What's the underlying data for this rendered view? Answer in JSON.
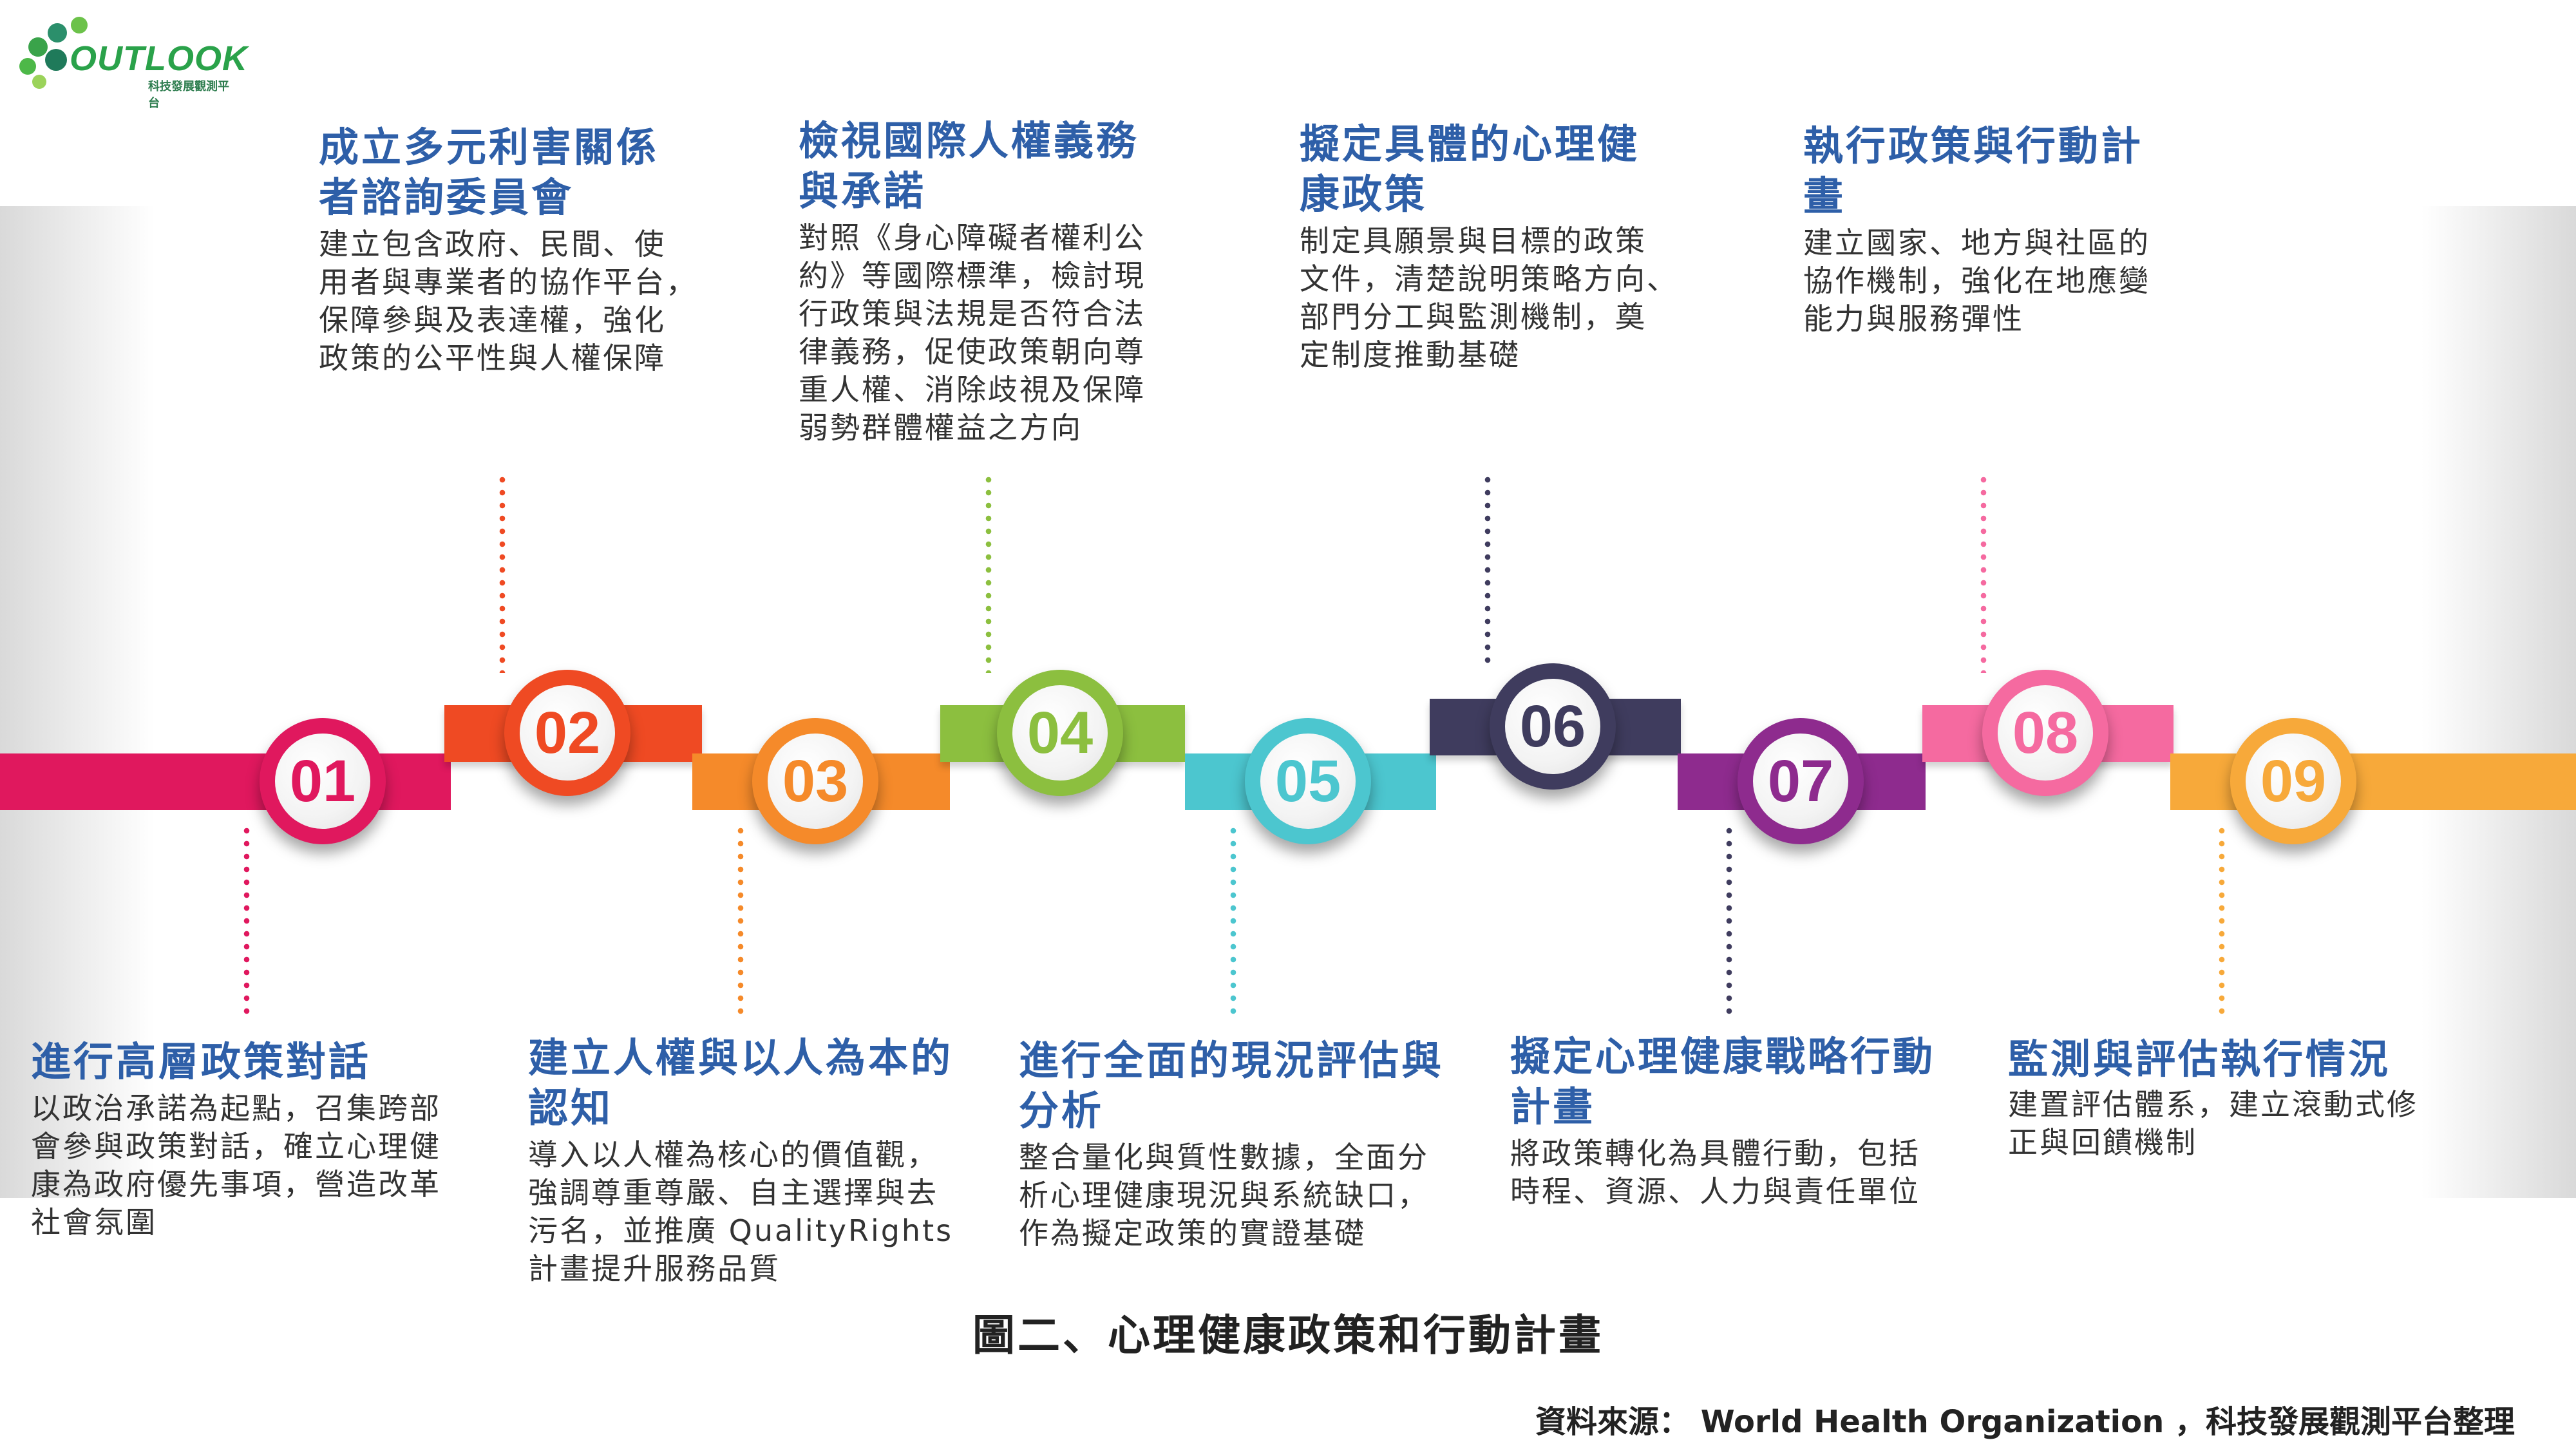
{
  "logo": {
    "text": "OUTLOOK",
    "subtitle": "科技發展觀測平台",
    "icon": "green-dots-logo"
  },
  "colors": {
    "01": "#e0185e",
    "02": "#ef4a23",
    "03": "#f58a2a",
    "04": "#8cbf3f",
    "05": "#4cc6cf",
    "06": "#3f3c5e",
    "07": "#8e2b8e",
    "08": "#f56aa0",
    "09": "#f7a93a",
    "title": "#2e5fa8"
  },
  "steps": [
    {
      "num": "01",
      "title": "進行高層政策對話",
      "desc": "以政治承諾為起點，召集跨部\n會參與政策對話，確立心理健\n康為政府優先事項，營造改革\n社會氛圍"
    },
    {
      "num": "02",
      "title": "成立多元利害關係\n者諮詢委員會",
      "desc": "建立包含政府、民間、使\n用者與專業者的協作平台，\n保障參與及表達權，強化\n政策的公平性與人權保障"
    },
    {
      "num": "03",
      "title": "建立人權與以人為本的\n認知",
      "desc": "導入以人權為核心的價值觀，\n強調尊重尊嚴、自主選擇與去\n污名，並推廣 QualityRights\n計畫提升服務品質"
    },
    {
      "num": "04",
      "title": "檢視國際人權義務\n與承諾",
      "desc": "對照《身心障礙者權利公\n約》等國際標準，檢討現\n行政策與法規是否符合法\n律義務，促使政策朝向尊\n重人權、消除歧視及保障\n弱勢群體權益之方向"
    },
    {
      "num": "05",
      "title": "進行全面的現況評估與\n分析",
      "desc": "整合量化與質性數據，全面分\n析心理健康現況與系統缺口，\n作為擬定政策的實證基礎"
    },
    {
      "num": "06",
      "title": "擬定具體的心理健\n康政策",
      "desc": "制定具願景與目標的政策\n文件，清楚說明策略方向、\n部門分工與監測機制，奠\n定制度推動基礎"
    },
    {
      "num": "07",
      "title": "擬定心理健康戰略行動\n計畫",
      "desc": "將政策轉化為具體行動，包括\n時程、資源、人力與責任單位"
    },
    {
      "num": "08",
      "title": "執行政策與行動計\n畫",
      "desc": "建立國家、地方與社區的\n協作機制，強化在地應變\n能力與服務彈性"
    },
    {
      "num": "09",
      "title": "監測與評估執行情況",
      "desc": "建置評估體系，建立滾動式修\n正與回饋機制"
    }
  ],
  "caption": "圖二、心理健康政策和行動計畫",
  "source": "資料來源： World Health Organization ，科技發展觀測平台整理"
}
